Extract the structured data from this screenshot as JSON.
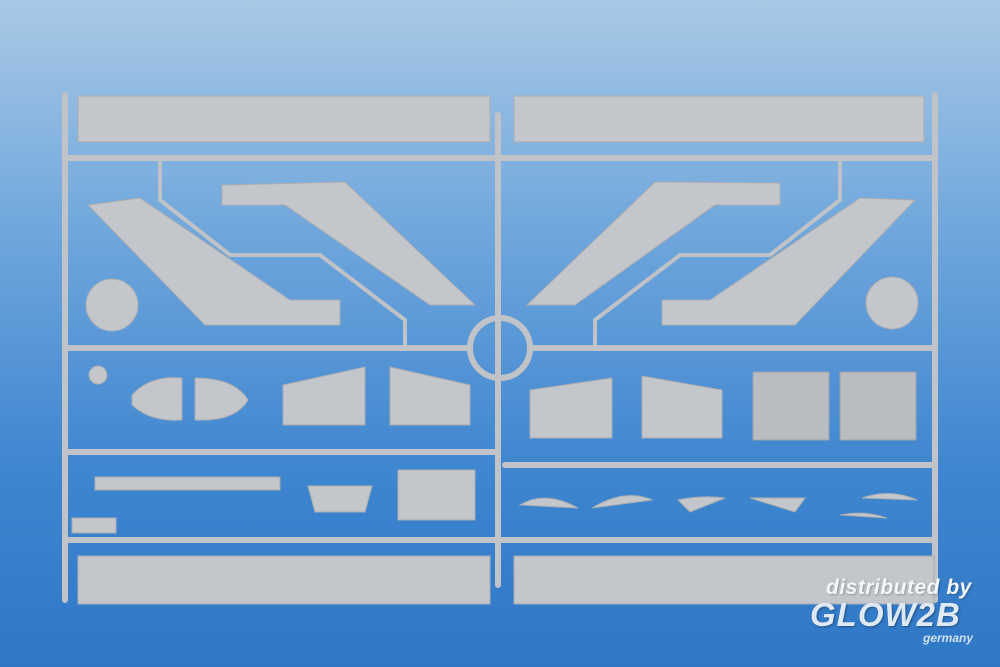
{
  "watermark": {
    "line1": "distributed by",
    "brand": "GLOW2B",
    "country": "germany"
  },
  "colors": {
    "background_top": "#a9c9e6",
    "background_bottom": "#2f78c6",
    "plastic": "#c3c6ca"
  }
}
